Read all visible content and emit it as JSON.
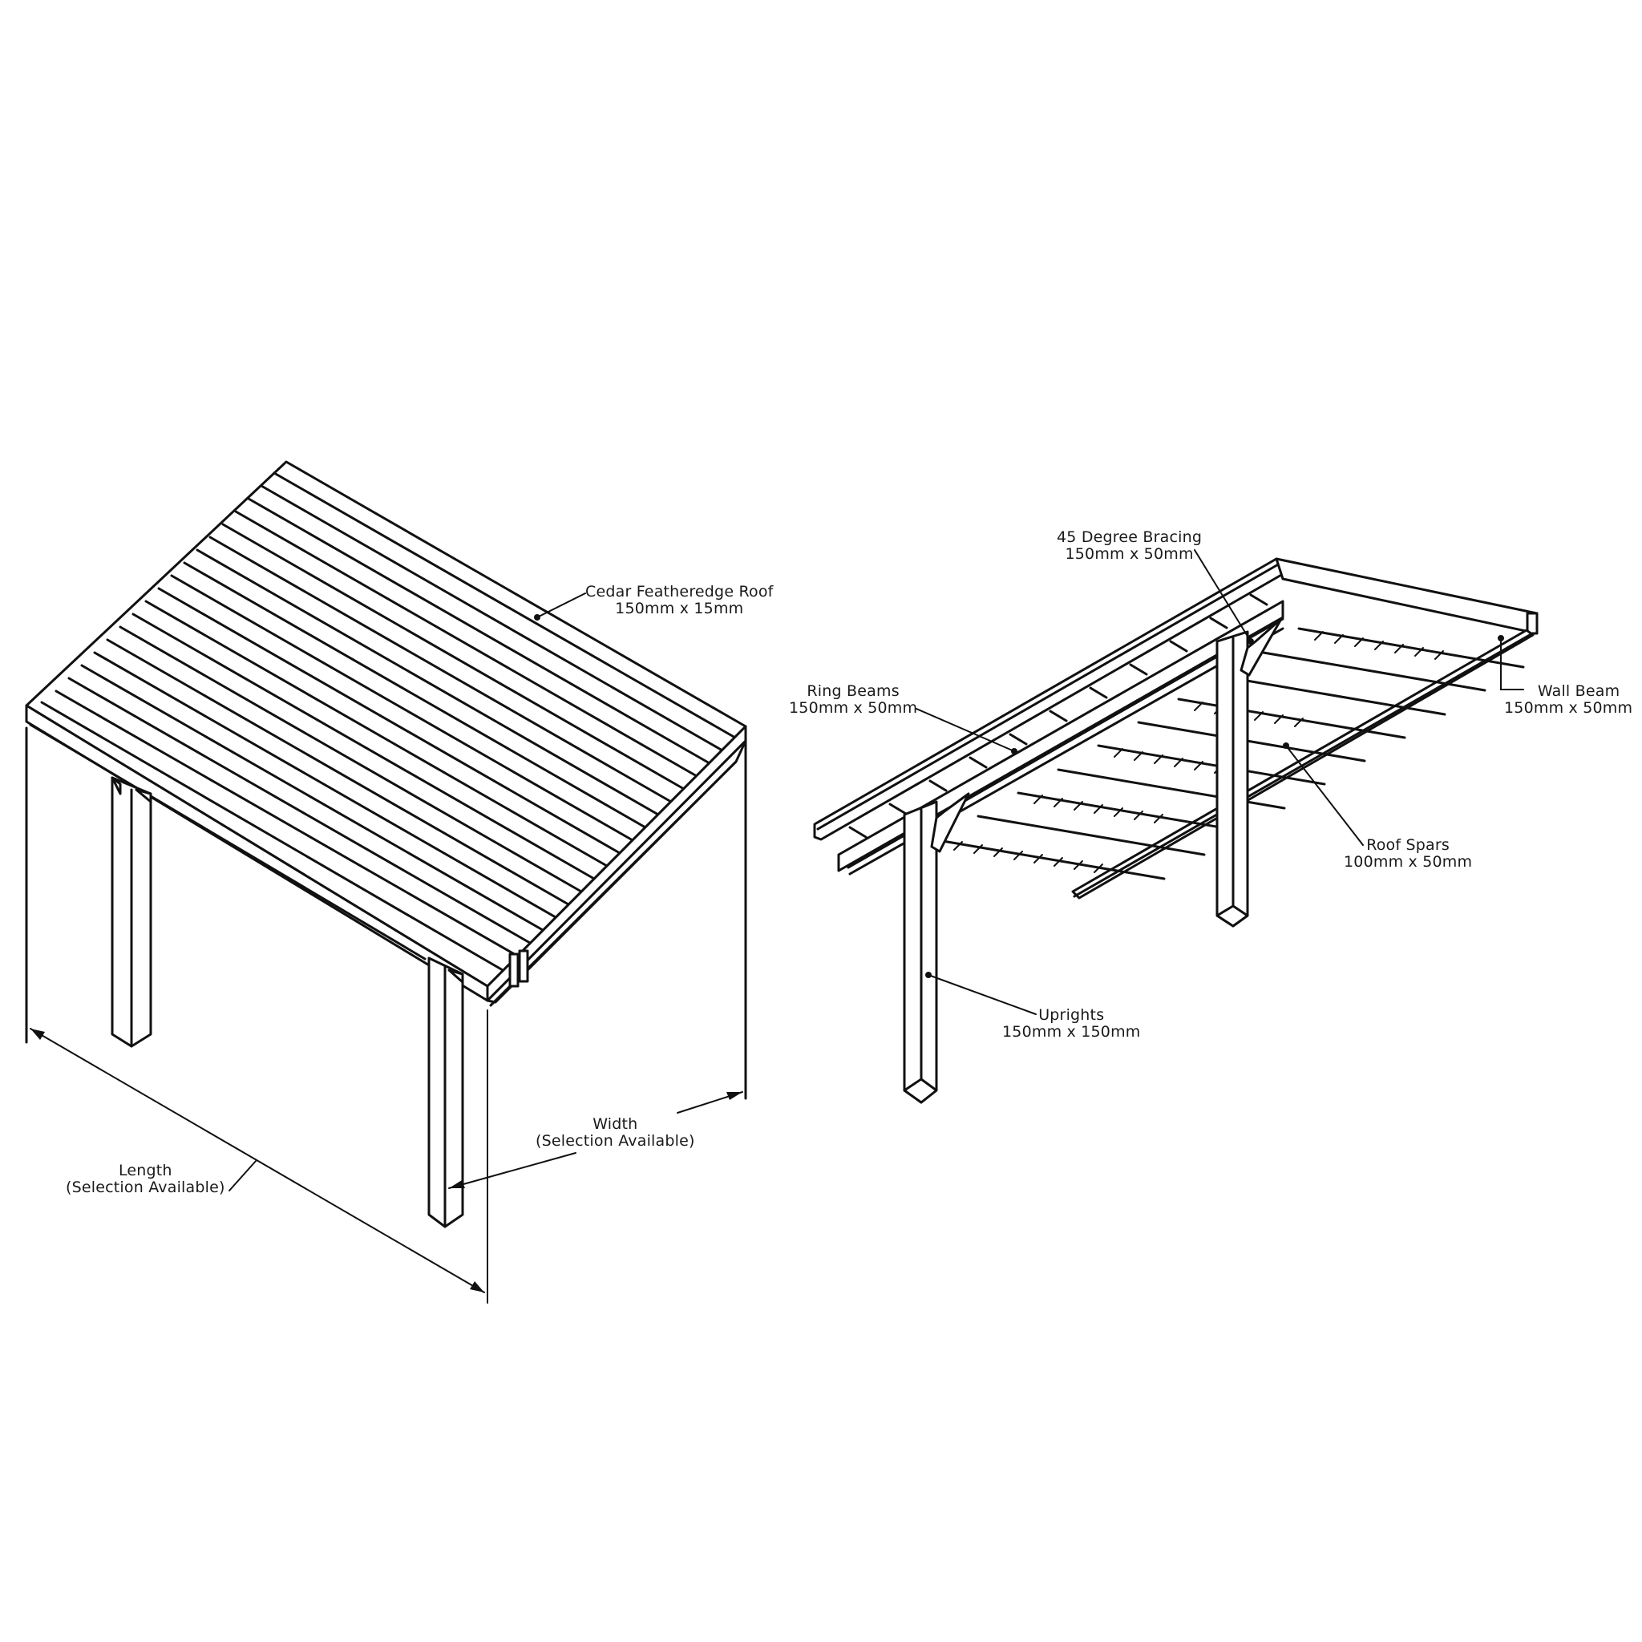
{
  "left_view": {
    "roof": {
      "name": "Cedar Featheredge Roof",
      "size": "150mm x 15mm"
    },
    "width_dim": {
      "name": "Width",
      "note": "(Selection Available)"
    },
    "length_dim": {
      "name": "Length",
      "note": "(Selection Available)"
    }
  },
  "right_view": {
    "bracing": {
      "name": "45 Degree Bracing",
      "size": "150mm x 50mm"
    },
    "ring_beams": {
      "name": "Ring Beams",
      "size": "150mm x 50mm"
    },
    "wall_beam": {
      "name": "Wall Beam",
      "size": "150mm x 50mm"
    },
    "roof_spars": {
      "name": "Roof Spars",
      "size": "100mm x 50mm"
    },
    "uprights": {
      "name": "Uprights",
      "size": "150mm x 150mm"
    }
  },
  "colors": {
    "line": "#111111",
    "background": "#ffffff"
  }
}
